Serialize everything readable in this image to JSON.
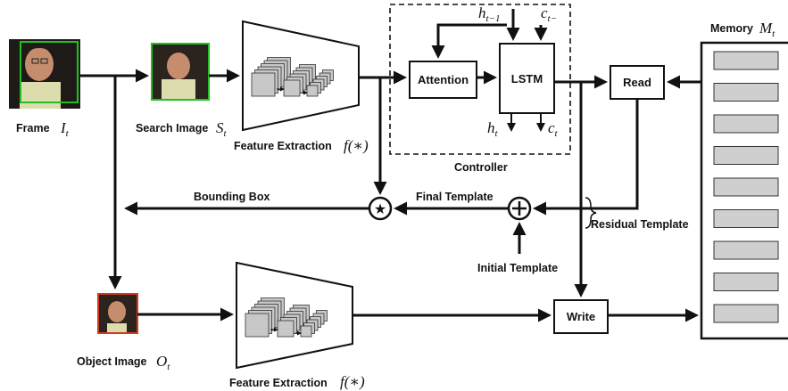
{
  "frame": {
    "label": "Frame",
    "symbol": "I",
    "sub": "t"
  },
  "search": {
    "label": "Search Image",
    "symbol": "S",
    "sub": "t"
  },
  "feature_top": {
    "label": "Feature Extraction",
    "symbol": "f(∗)"
  },
  "feature_bottom": {
    "label": "Feature Extraction",
    "symbol": "f(∗)"
  },
  "object": {
    "label": "Object Image",
    "symbol": "O",
    "sub": "t"
  },
  "controller": {
    "label": "Controller",
    "attention": "Attention",
    "lstm": "LSTM",
    "h_in": {
      "symbol": "h",
      "sub": "t−1"
    },
    "c_in": {
      "symbol": "c",
      "sub": "t−"
    },
    "h_out": {
      "symbol": "h",
      "sub": "t"
    },
    "c_out": {
      "symbol": "c",
      "sub": "t"
    }
  },
  "read": "Read",
  "write": "Write",
  "memory": {
    "label": "Memory",
    "symbol": "M",
    "sub": "t",
    "slot_count": 9
  },
  "bounding_box": "Bounding Box",
  "final_template": "Final Template",
  "residual_template": "Residual Template",
  "initial_template": "Initial Template",
  "colors": {
    "frame_border": "#22c022",
    "search_border": "#22c022",
    "object_border": "#d23a1a",
    "memory_slot": "#cfcfcf",
    "feature_block": "#c8c8c8"
  }
}
